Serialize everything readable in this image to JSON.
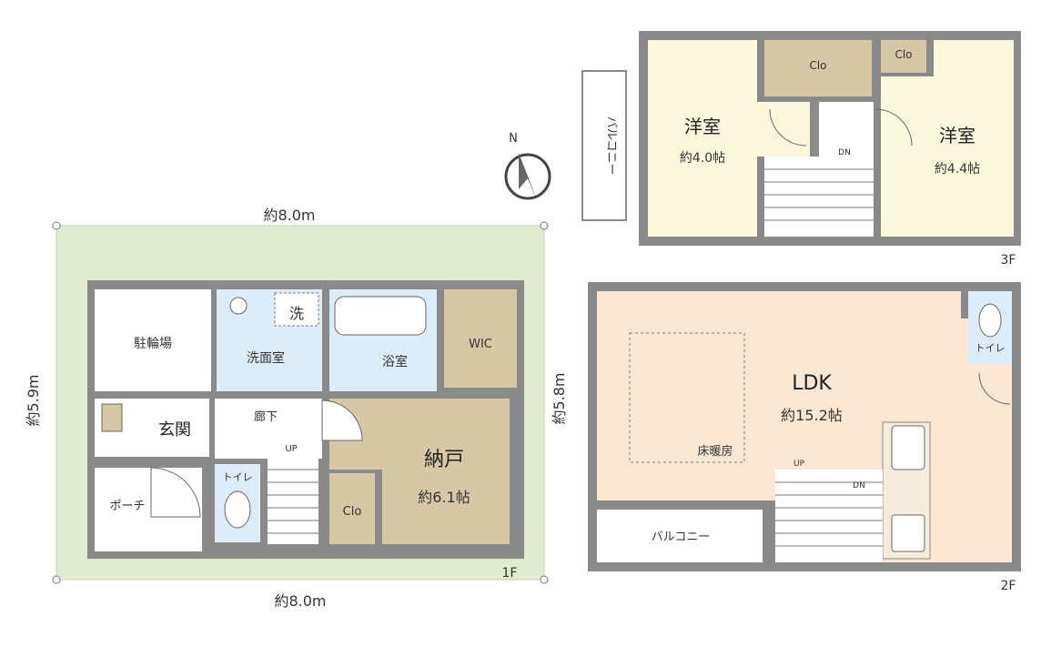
{
  "colors": {
    "wall": "#8a8a8a",
    "site": "#dfeccf",
    "yellow_room": "#fcf8dd",
    "blue_room": "#dcedf9",
    "storage": "#d6c8a4",
    "ldk": "#fbe8d4",
    "white_room": "#ffffff"
  },
  "compass": {
    "north_label": "N"
  },
  "dimensions": {
    "top_width": "約8.0m",
    "bottom_width": "約8.0m",
    "left_depth": "約5.9m",
    "right_depth": "約5.8m"
  },
  "floors": {
    "first": {
      "label": "1F",
      "rooms": {
        "bike_parking": "駐輪場",
        "washroom": "洗面室",
        "washer": "洗",
        "bathroom": "浴室",
        "wic": "WIC",
        "entrance": "玄関",
        "hallway": "廊下",
        "stairs_up": "UP",
        "porch": "ポーチ",
        "toilet": "トイレ",
        "closet": "Clo",
        "storage_name": "納戸",
        "storage_size": "約6.1帖"
      }
    },
    "second": {
      "label": "2F",
      "rooms": {
        "ldk_name": "LDK",
        "ldk_size": "約15.2帖",
        "floor_heating": "床暖房",
        "toilet": "トイレ",
        "balcony": "バルコニー",
        "stairs_up": "UP",
        "stairs_down": "DN"
      }
    },
    "third": {
      "label": "3F",
      "rooms": {
        "balcony": "バルコニー",
        "west_room_name": "洋室",
        "west_room_size": "約4.0帖",
        "east_room_name": "洋室",
        "east_room_size": "約4.4帖",
        "closet_a": "Clo",
        "closet_b": "Clo",
        "stairs_down": "DN"
      }
    }
  }
}
